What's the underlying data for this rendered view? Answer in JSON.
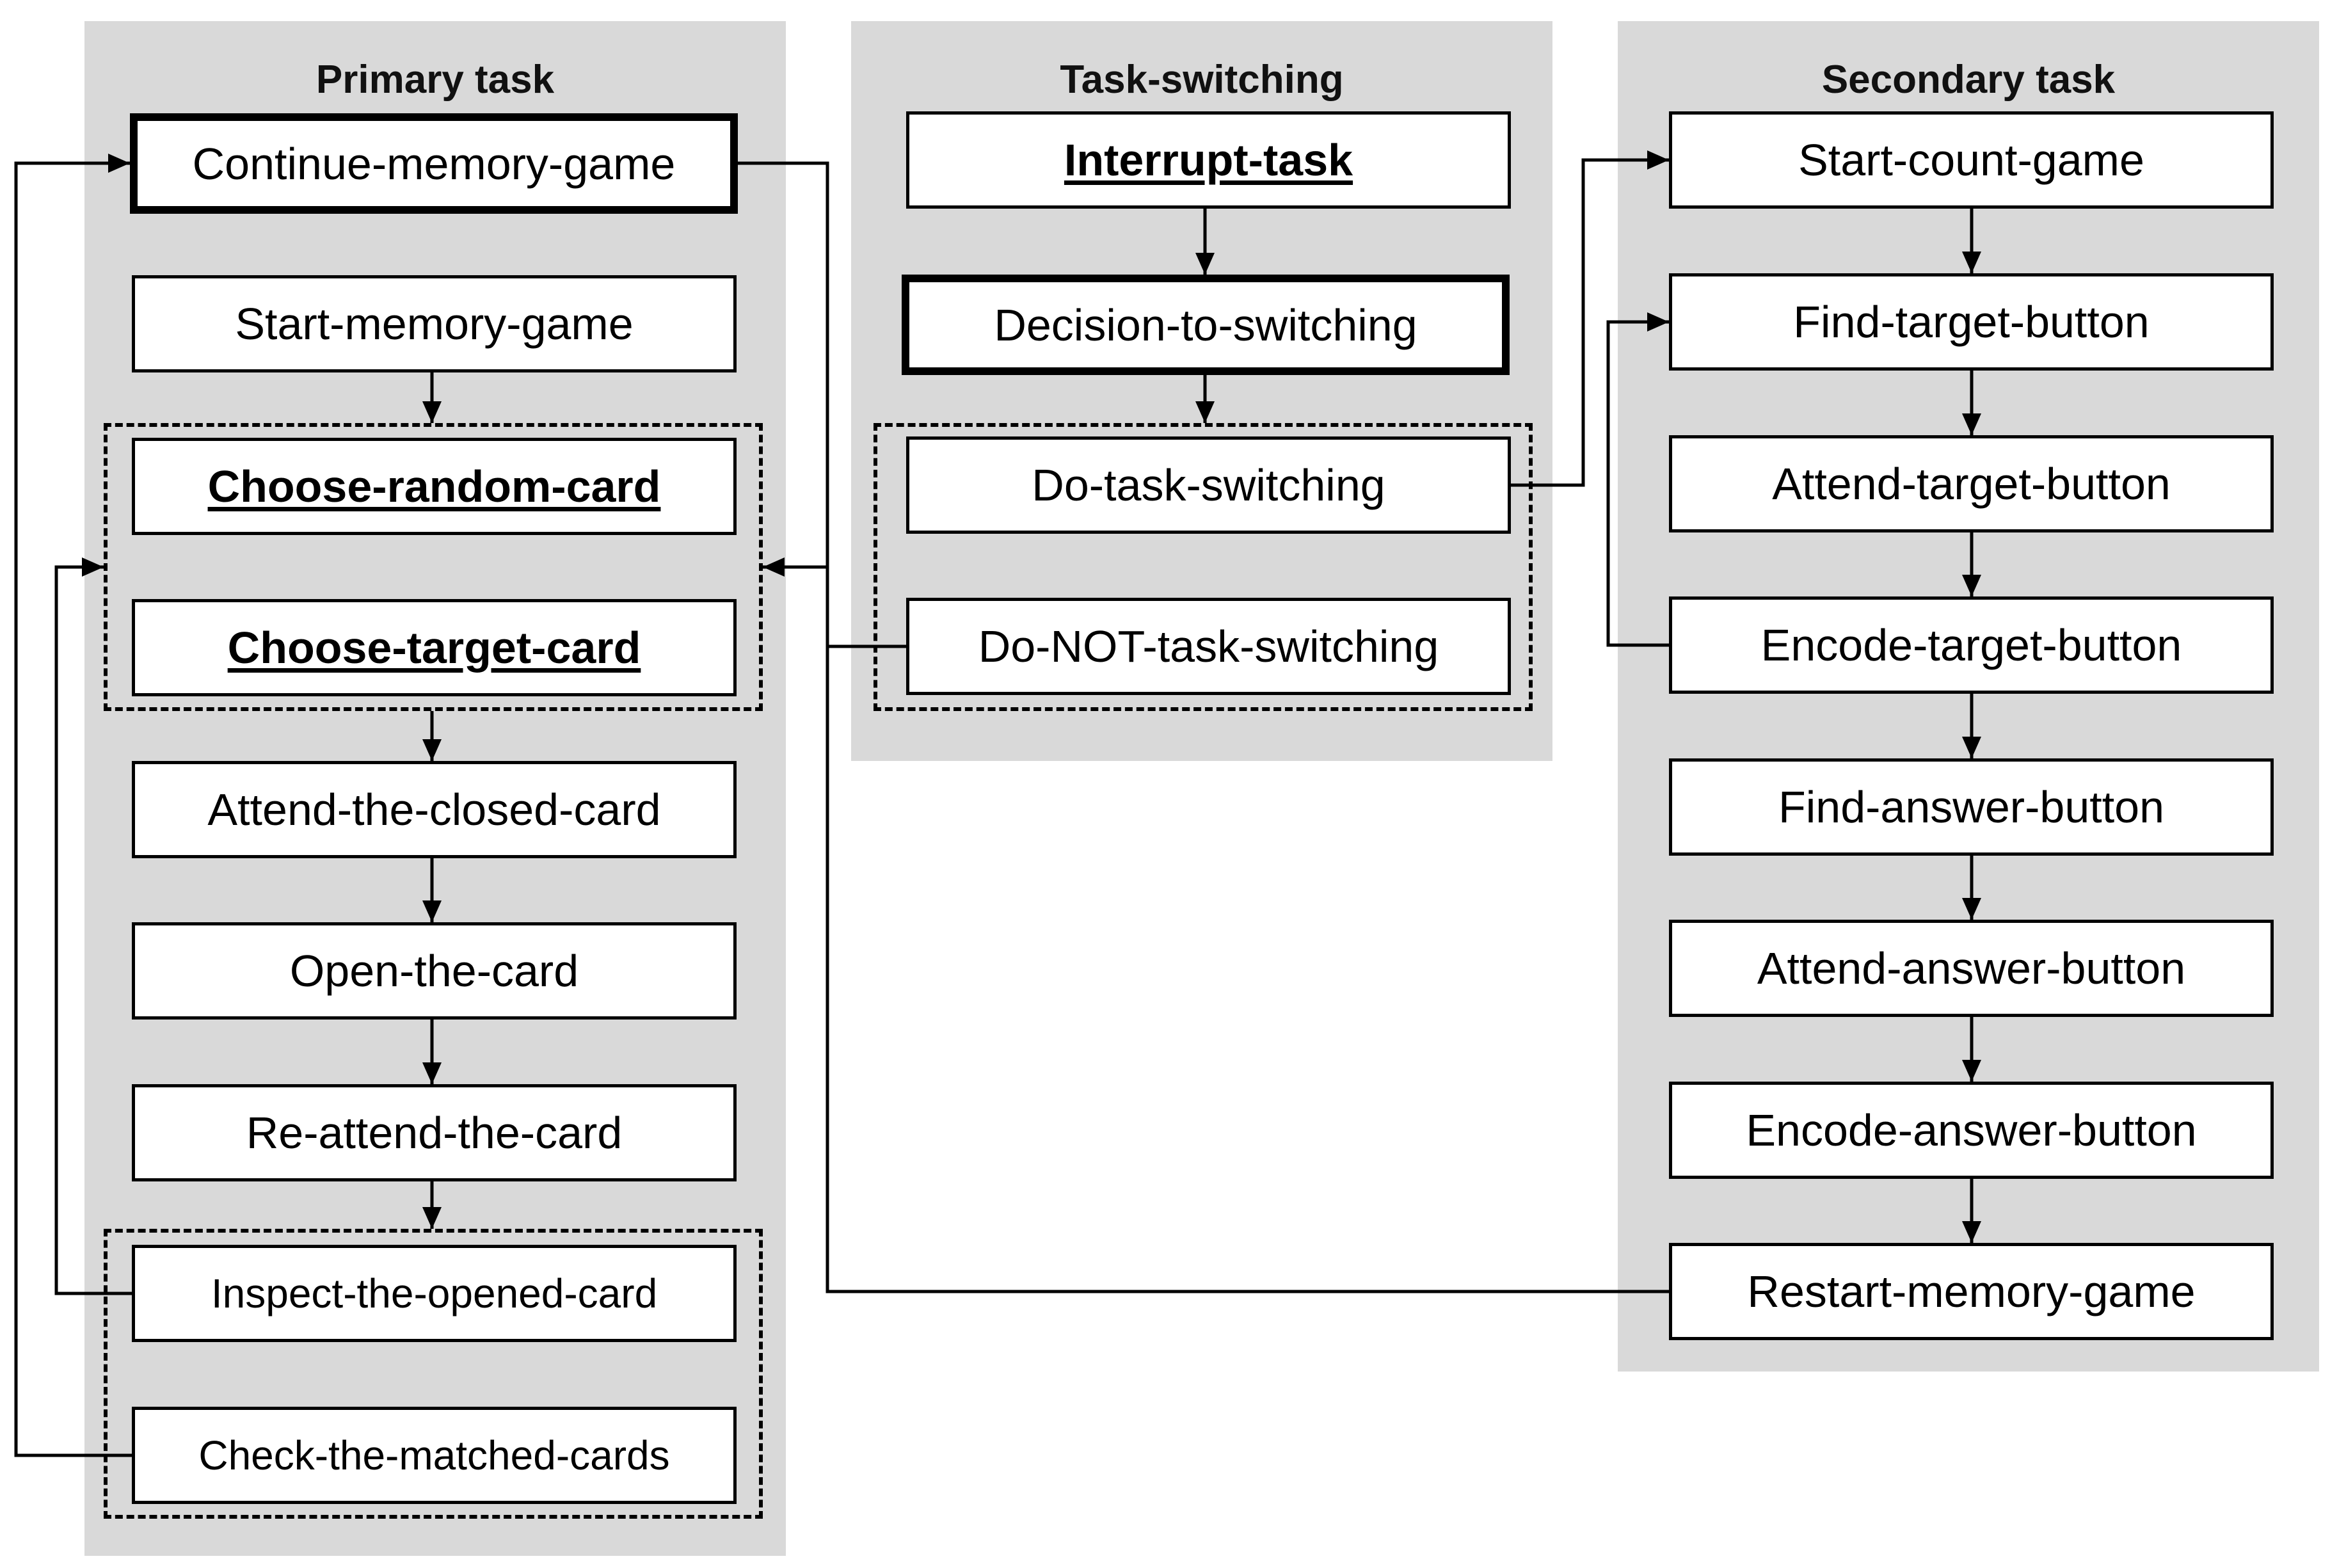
{
  "panels": {
    "primary": {
      "title": "Primary task"
    },
    "switching": {
      "title": "Task-switching"
    },
    "secondary": {
      "title": "Secondary task"
    }
  },
  "primary_nodes": {
    "continue_memory_game": "Continue-memory-game",
    "start_memory_game": "Start-memory-game",
    "choose_random_card": "Choose-random-card",
    "choose_target_card": "Choose-target-card",
    "attend_closed_card": "Attend-the-closed-card",
    "open_card": "Open-the-card",
    "reattend_card": "Re-attend-the-card",
    "inspect_opened_card": "Inspect-the-opened-card",
    "check_matched_cards": "Check-the-matched-cards"
  },
  "switching_nodes": {
    "interrupt_task": "Interrupt-task",
    "decision_to_switching": "Decision-to-switching",
    "do_task_switching": "Do-task-switching",
    "do_not_task_switching": "Do-NOT-task-switching"
  },
  "secondary_nodes": {
    "start_count_game": "Start-count-game",
    "find_target_button": "Find-target-button",
    "attend_target_button": "Attend-target-button",
    "encode_target_button": "Encode-target-button",
    "find_answer_button": "Find-answer-button",
    "attend_answer_button": "Attend-answer-button",
    "encode_answer_button": "Encode-answer-button",
    "restart_memory_game": "Restart-memory-game"
  },
  "colors": {
    "panel_fill": "#d9d9d9",
    "box_fill": "#ffffff",
    "line": "#000000"
  }
}
